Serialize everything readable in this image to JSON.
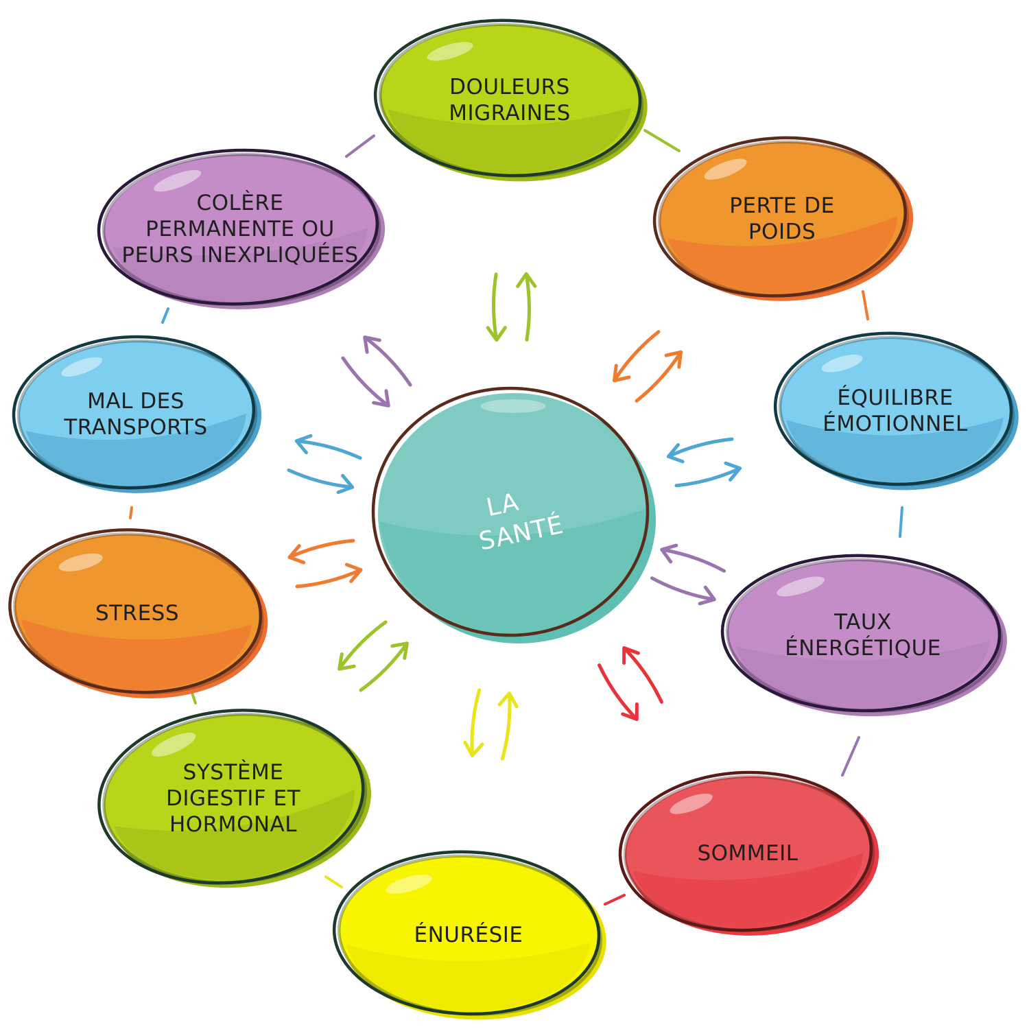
{
  "center": {
    "lines": [
      "LA",
      "SANTÉ"
    ],
    "fill": "#7fcbc1",
    "shade": "#5fbfb2",
    "outline": "#5a2a1a"
  },
  "nodes": [
    {
      "id": "douleurs-migraines",
      "lines": [
        "DOULEURS",
        "MIGRAINES"
      ],
      "fill": "#b8d51a",
      "shade": "#9dba18",
      "outline": "#1e3a2a"
    },
    {
      "id": "perte-de-poids",
      "lines": [
        "PERTE DE",
        "POIDS"
      ],
      "fill": "#f0962f",
      "shade": "#ee7030",
      "outline": "#5a2a1a"
    },
    {
      "id": "equilibre-emotionnel",
      "lines": [
        "ÉQUILIBRE",
        "ÉMOTIONNEL"
      ],
      "fill": "#7ecfef",
      "shade": "#4da2cc",
      "outline": "#123a45"
    },
    {
      "id": "taux-energetique",
      "lines": [
        "TAUX",
        "ÉNERGÉTIQUE"
      ],
      "fill": "#c48dc8",
      "shade": "#ae7fb5",
      "outline": "#2a1a3a"
    },
    {
      "id": "sommeil",
      "lines": [
        "SOMMEIL"
      ],
      "fill": "#e9555b",
      "shade": "#e83a40",
      "outline": "#5a1a1a"
    },
    {
      "id": "enuresie",
      "lines": [
        "ÉNURÉSIE"
      ],
      "fill": "#f8f500",
      "shade": "#e8e200",
      "outline": "#1e3a2a"
    },
    {
      "id": "systeme-digestif",
      "lines": [
        "SYSTÈME",
        "DIGESTIF ET",
        "HORMONAL"
      ],
      "fill": "#b8d51a",
      "shade": "#9dba18",
      "outline": "#1e3a2a"
    },
    {
      "id": "stress",
      "lines": [
        "STRESS"
      ],
      "fill": "#f0962f",
      "shade": "#ee7030",
      "outline": "#5a2a1a"
    },
    {
      "id": "mal-des-transports",
      "lines": [
        "MAL DES",
        "TRANSPORTS"
      ],
      "fill": "#7ecfef",
      "shade": "#4da2cc",
      "outline": "#123a45"
    },
    {
      "id": "colere",
      "lines": [
        "COLÈRE",
        "PERMANENTE OU",
        "PEURS INEXPLIQUÉES"
      ],
      "fill": "#c48dc8",
      "shade": "#ae7fb5",
      "outline": "#2a1a3a"
    }
  ],
  "arrow_colors": [
    "#9dc22b",
    "#f07a2e",
    "#4ea6d2",
    "#9a74ae",
    "#e8333b",
    "#e8e51c",
    "#9dc22b",
    "#f07a2e",
    "#4ea6d2",
    "#9a74ae"
  ],
  "connector_colors": [
    "#9dc22b",
    "#f07a2e",
    "#4ea6d2",
    "#9a74ae",
    "#e8333b",
    "#e8e51c",
    "#9dc22b",
    "#f07a2e",
    "#4ea6d2",
    "#9a74ae"
  ]
}
